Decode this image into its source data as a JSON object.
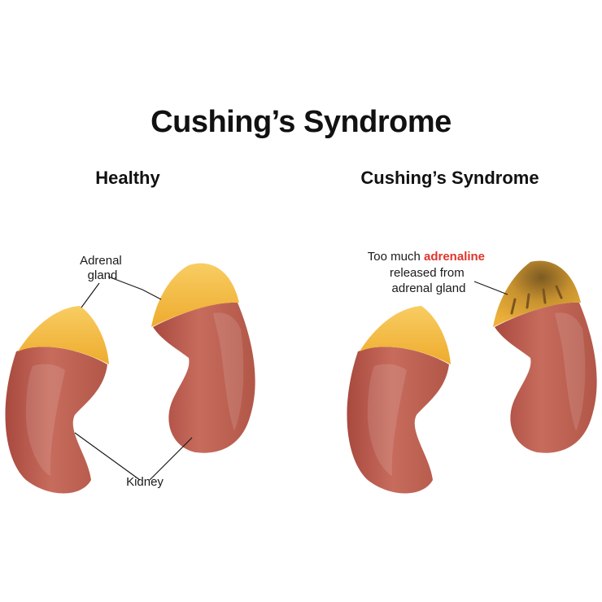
{
  "title": "Cushing’s Syndrome",
  "panels": {
    "healthy": {
      "title": "Healthy",
      "adrenal_label": [
        "Adrenal",
        "gland"
      ],
      "kidney_label": "Kidney"
    },
    "cushing": {
      "title": "Cushing’s Syndrome",
      "callout": {
        "line1_pre": "Too much ",
        "line1_highlight": "adrenaline",
        "line2": "released from",
        "line3": "adrenal gland"
      }
    }
  },
  "colors": {
    "kidney": "#c2675a",
    "kidney_dark": "#a24a40",
    "gland": "#f3b536",
    "gland_light": "#f7c95b",
    "gland_dark": "#8a5a1e",
    "highlight": "#e0352b"
  }
}
